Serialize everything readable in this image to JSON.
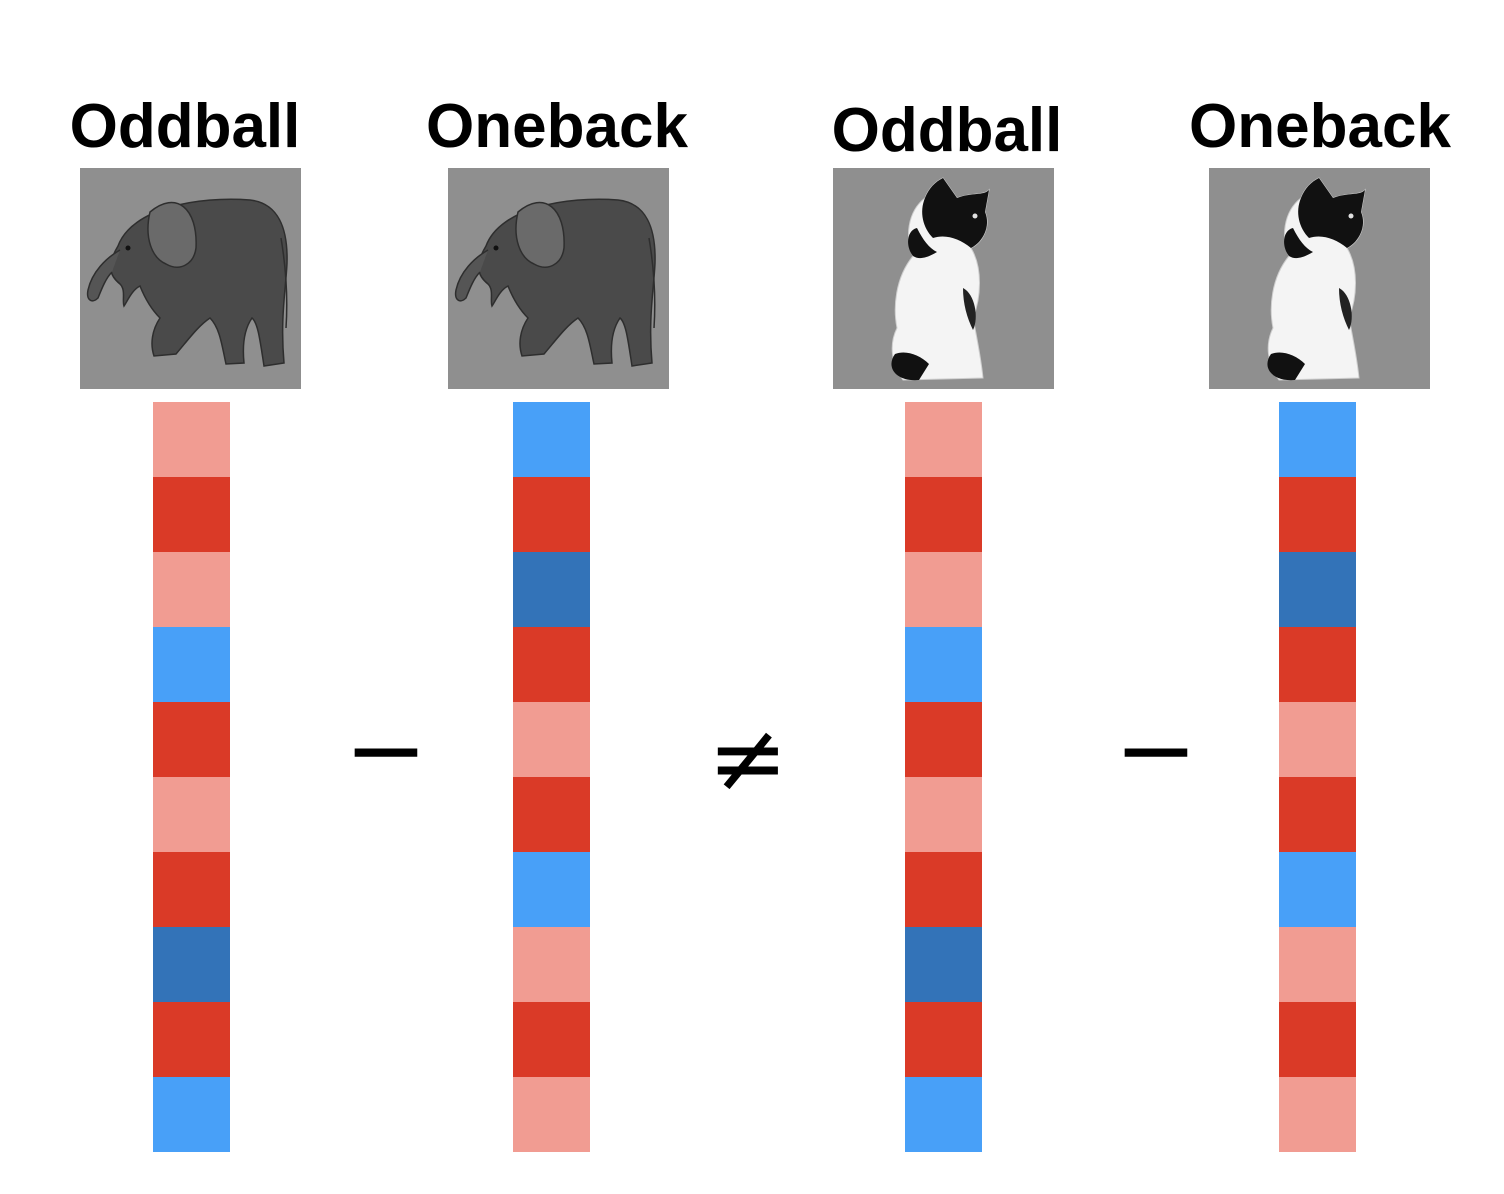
{
  "columns": [
    {
      "title": "Oddball",
      "stimulus": "elephant-image",
      "pattern": [
        "light-red",
        "red",
        "light-red",
        "light-blue",
        "red",
        "light-red",
        "red",
        "dark-blue",
        "red",
        "light-blue"
      ]
    },
    {
      "title": "Oneback",
      "stimulus": "elephant-image",
      "pattern": [
        "light-blue",
        "red",
        "dark-blue",
        "red",
        "light-red",
        "red",
        "light-blue",
        "light-red",
        "red",
        "light-red"
      ]
    },
    {
      "title": "Oddball",
      "stimulus": "cat-image",
      "pattern": [
        "light-red",
        "red",
        "light-red",
        "light-blue",
        "red",
        "light-red",
        "red",
        "dark-blue",
        "red",
        "light-blue"
      ]
    },
    {
      "title": "Oneback",
      "stimulus": "cat-image",
      "pattern": [
        "light-blue",
        "red",
        "dark-blue",
        "red",
        "light-red",
        "red",
        "light-blue",
        "light-red",
        "red",
        "light-red"
      ]
    }
  ],
  "operators": {
    "minus_left": "−",
    "not_equal": "≠",
    "minus_right": "−"
  },
  "colors": {
    "light-red": "#f19c92",
    "red": "#da3a27",
    "light-blue": "#48a0f8",
    "dark-blue": "#3373b8",
    "stimulus-background": "#8f8f8f"
  }
}
